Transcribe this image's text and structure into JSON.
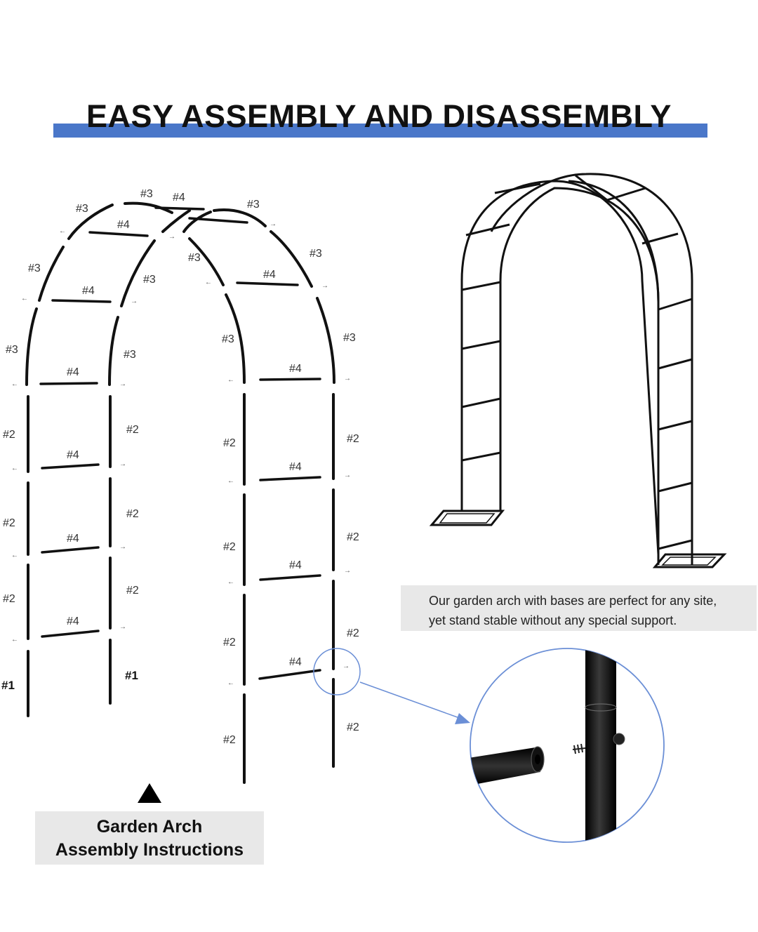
{
  "title": "EASY ASSEMBLY AND DISASSEMBLY",
  "note": {
    "line1": "Our garden arch with bases are perfect for any site,",
    "line2": "yet stand stable without any special support."
  },
  "caption": {
    "line1": "Garden Arch",
    "line2": "Assembly Instructions"
  },
  "part_labels": {
    "p1": "#1",
    "p2": "#2",
    "p3": "#3",
    "p4": "#4"
  },
  "colors": {
    "title_bar": "#4a77c9",
    "panel_bg": "#e8e8e8",
    "leader_line": "#6b8fd6",
    "tube": "#111111"
  },
  "icons": [
    "pointer-triangle-icon",
    "zoom-circle-icon",
    "arrow-icon"
  ]
}
